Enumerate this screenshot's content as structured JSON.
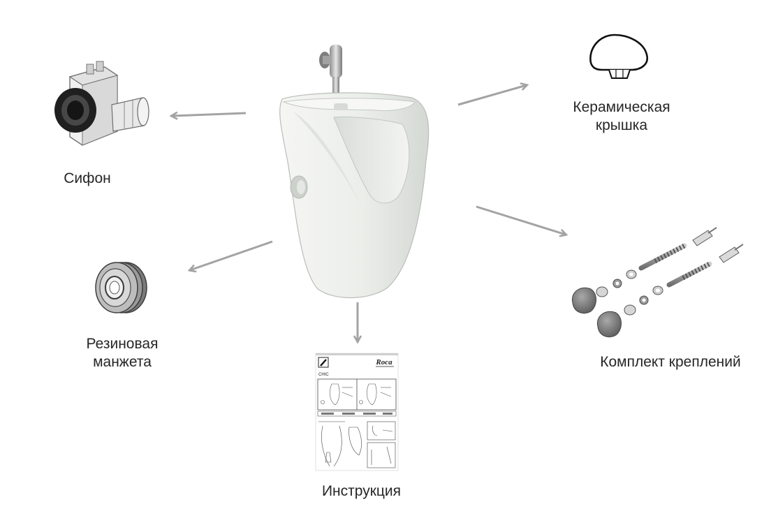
{
  "labels": {
    "siphon": "Сифон",
    "cover_line1": "Керамическая",
    "cover_line2": "крышка",
    "cuff_line1": "Резиновая",
    "cuff_line2": "манжета",
    "fixings": "Комплект креплений",
    "manual": "Инструкция"
  },
  "manual_doc": {
    "brand": "Roca",
    "model": "CHIC"
  },
  "colors": {
    "arrow": "#a3a3a3",
    "ceramic": "#eef0ee",
    "ceramic_shade": "#c9cdc9",
    "rubber": "#2a2a2a",
    "metal": "#b8b8b8"
  }
}
